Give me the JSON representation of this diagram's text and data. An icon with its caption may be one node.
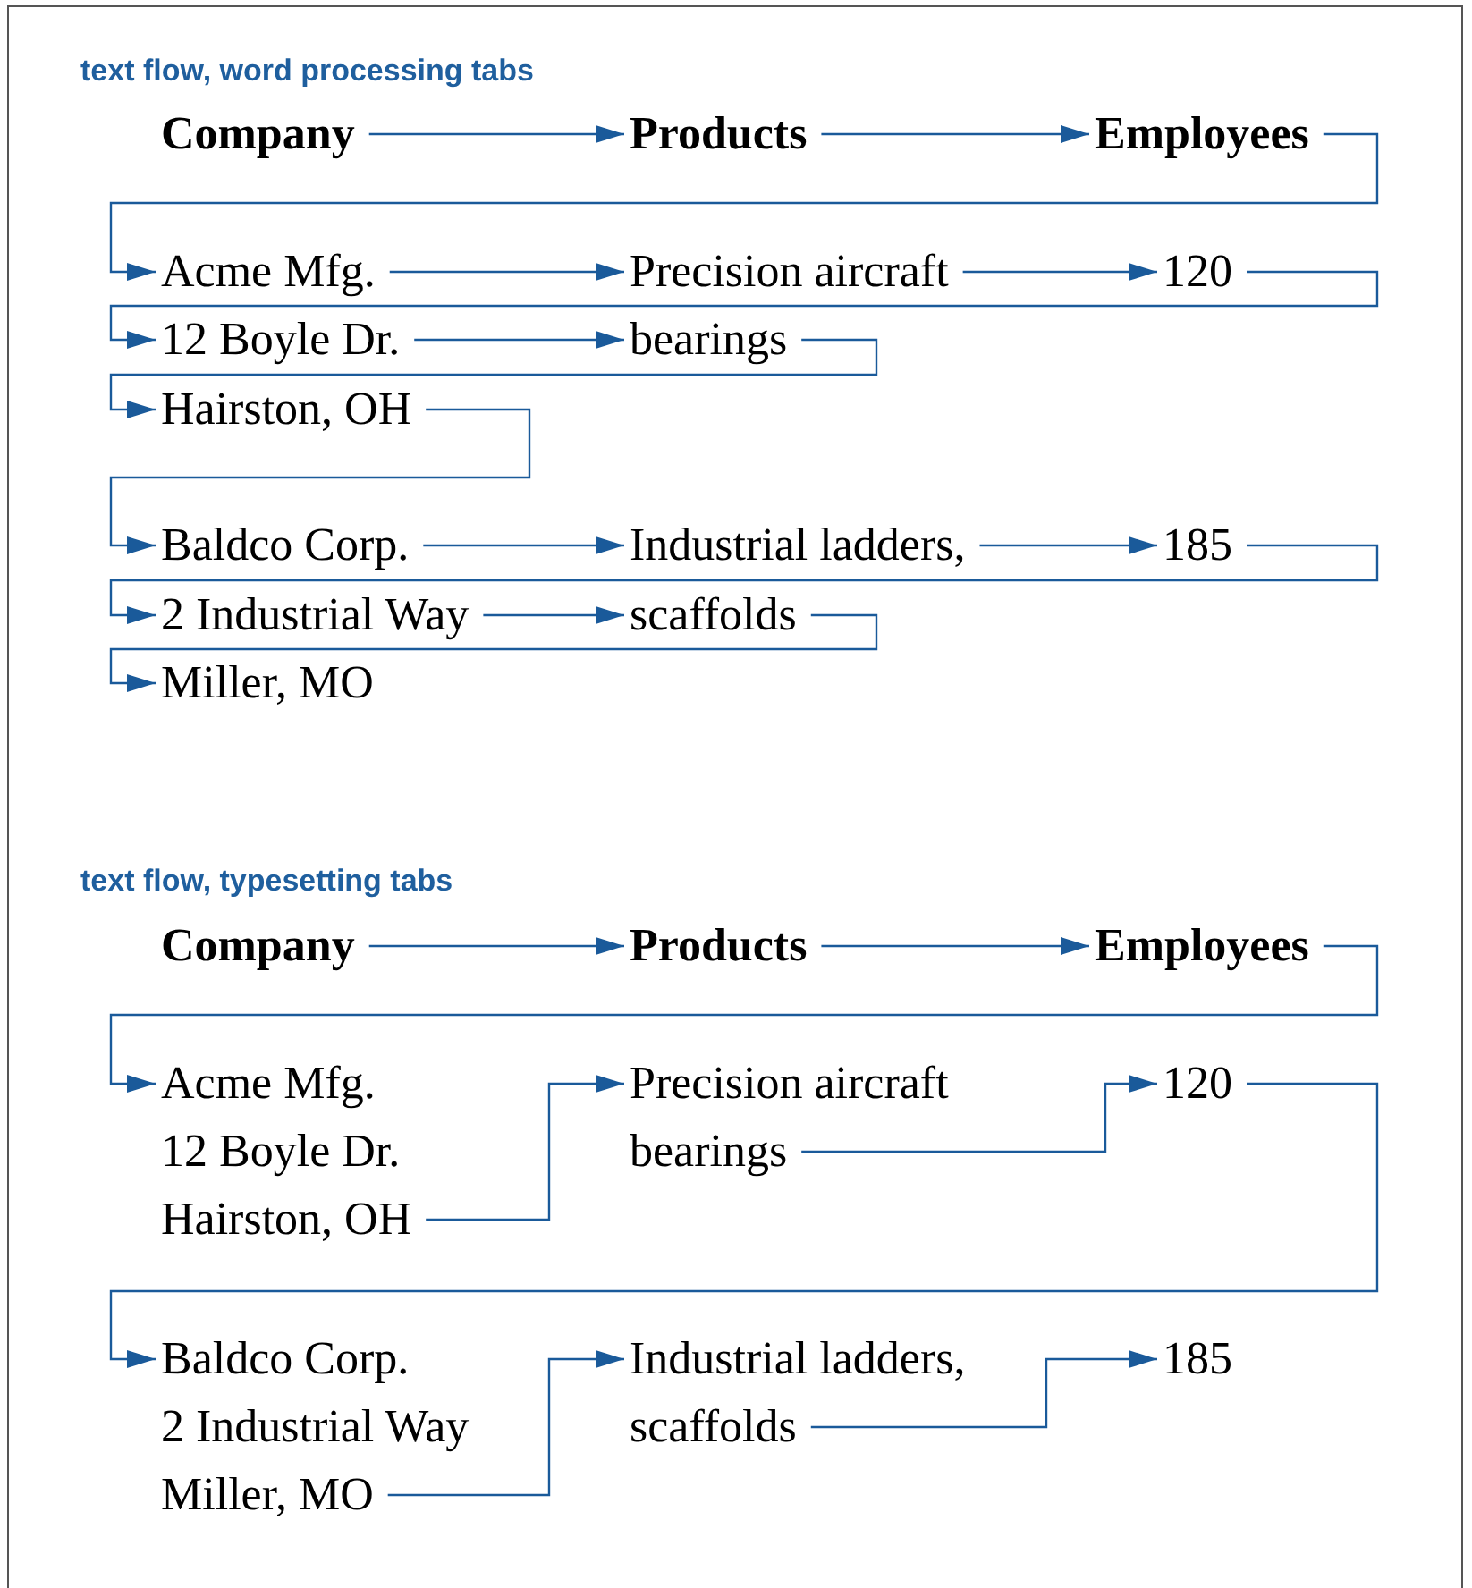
{
  "diagram": {
    "nodes": [
      {
        "text": [
          "Company"
        ]
      },
      {
        "text": [
          "Products"
        ]
      },
      {
        "text": [
          "Employees"
        ]
      },
      {
        "text": [
          "Acme Mfg."
        ]
      },
      {
        "text": [
          "Precision aircraft"
        ]
      },
      {
        "text": [
          "120"
        ]
      },
      {
        "text": [
          "12 Boyle Dr."
        ]
      },
      {
        "text": [
          "bearings"
        ]
      },
      {
        "text": [
          "Hairston, OH"
        ]
      },
      {
        "text": [
          "Baldco Corp."
        ]
      },
      {
        "text": [
          "Industrial ladders,"
        ]
      },
      {
        "text": [
          "185"
        ]
      },
      {
        "text": [
          "2 Industrial Way"
        ]
      },
      {
        "text": [
          "scaffolds"
        ]
      },
      {
        "text": [
          "Miller, MO"
        ]
      },
      {
        "text": [
          "Company"
        ]
      },
      {
        "text": [
          "Products"
        ]
      },
      {
        "text": [
          "Employees"
        ]
      },
      {
        "text": [
          "Acme Mfg.",
          "12 Boyle Dr.",
          "Hairston, OH"
        ]
      },
      {
        "text": [
          "Precision aircraft",
          "bearings"
        ]
      },
      {
        "text": [
          "120"
        ]
      },
      {
        "text": [
          "Baldco Corp.",
          "2 Industrial Way",
          "Miller, MO"
        ]
      },
      {
        "text": [
          "Industrial ladders,",
          "scaffolds"
        ]
      },
      {
        "text": [
          "185"
        ]
      }
    ],
    "edges": [
      {
        "from": 0,
        "to": 1,
        "arrow": "to"
      },
      {
        "from": 1,
        "to": 2,
        "arrow": "to"
      },
      {
        "from": 2,
        "to": 3,
        "arrow": "to"
      },
      {
        "from": 3,
        "to": 4,
        "arrow": "to"
      },
      {
        "from": 4,
        "to": 5,
        "arrow": "to"
      },
      {
        "from": 5,
        "to": 6,
        "arrow": "to"
      },
      {
        "from": 6,
        "to": 7,
        "arrow": "to"
      },
      {
        "from": 7,
        "to": 8,
        "arrow": "to"
      },
      {
        "from": 8,
        "to": 9,
        "arrow": "to"
      },
      {
        "from": 9,
        "to": 10,
        "arrow": "to"
      },
      {
        "from": 10,
        "to": 11,
        "arrow": "to"
      },
      {
        "from": 11,
        "to": 12,
        "arrow": "to"
      },
      {
        "from": 12,
        "to": 13,
        "arrow": "to"
      },
      {
        "from": 13,
        "to": 14,
        "arrow": "to"
      },
      {
        "from": 15,
        "to": 16,
        "arrow": "to"
      },
      {
        "from": 16,
        "to": 17,
        "arrow": "to"
      },
      {
        "from": 17,
        "to": 18,
        "arrow": "to"
      },
      {
        "from": 18,
        "to": 19,
        "arrow": "to"
      },
      {
        "from": 19,
        "to": 20,
        "arrow": "to"
      },
      {
        "from": 20,
        "to": 21,
        "arrow": "to"
      },
      {
        "from": 21,
        "to": 22,
        "arrow": "to"
      },
      {
        "from": 22,
        "to": 23,
        "arrow": "to"
      }
    ],
    "labels": [
      "text flow, word processing tabs",
      "text flow, typesetting tabs"
    ]
  }
}
